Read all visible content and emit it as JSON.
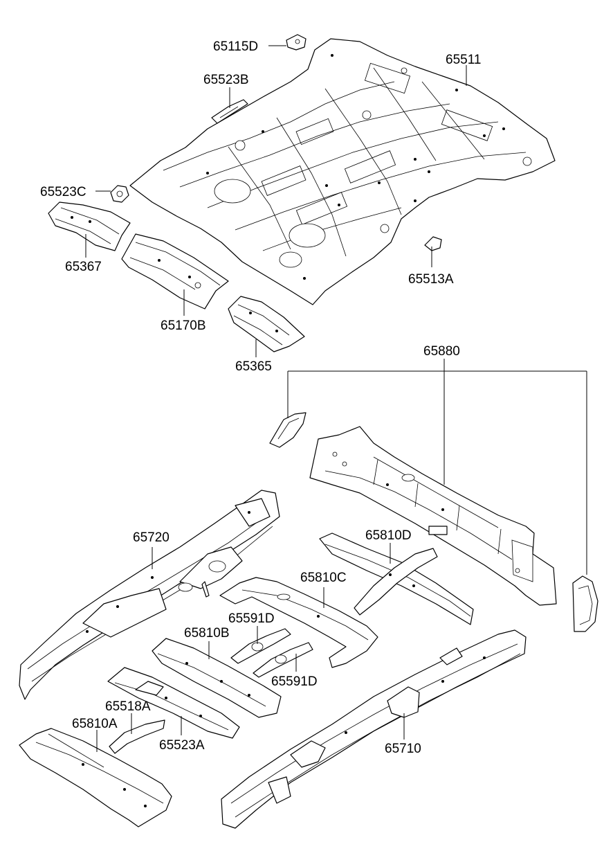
{
  "title": "",
  "labels": {
    "p65115D": "65115D",
    "p65511": "65511",
    "p65523B": "65523B",
    "p65523C": "65523C",
    "p65367": "65367",
    "p65513A": "65513A",
    "p65170B": "65170B",
    "p65365": "65365",
    "p65880": "65880",
    "p65720": "65720",
    "p65810D": "65810D",
    "p65810C": "65810C",
    "p65591D_top": "65591D",
    "p65810B": "65810B",
    "p65591D_bottom": "65591D",
    "p65518A": "65518A",
    "p65810A": "65810A",
    "p65523A": "65523A",
    "p65710": "65710"
  }
}
